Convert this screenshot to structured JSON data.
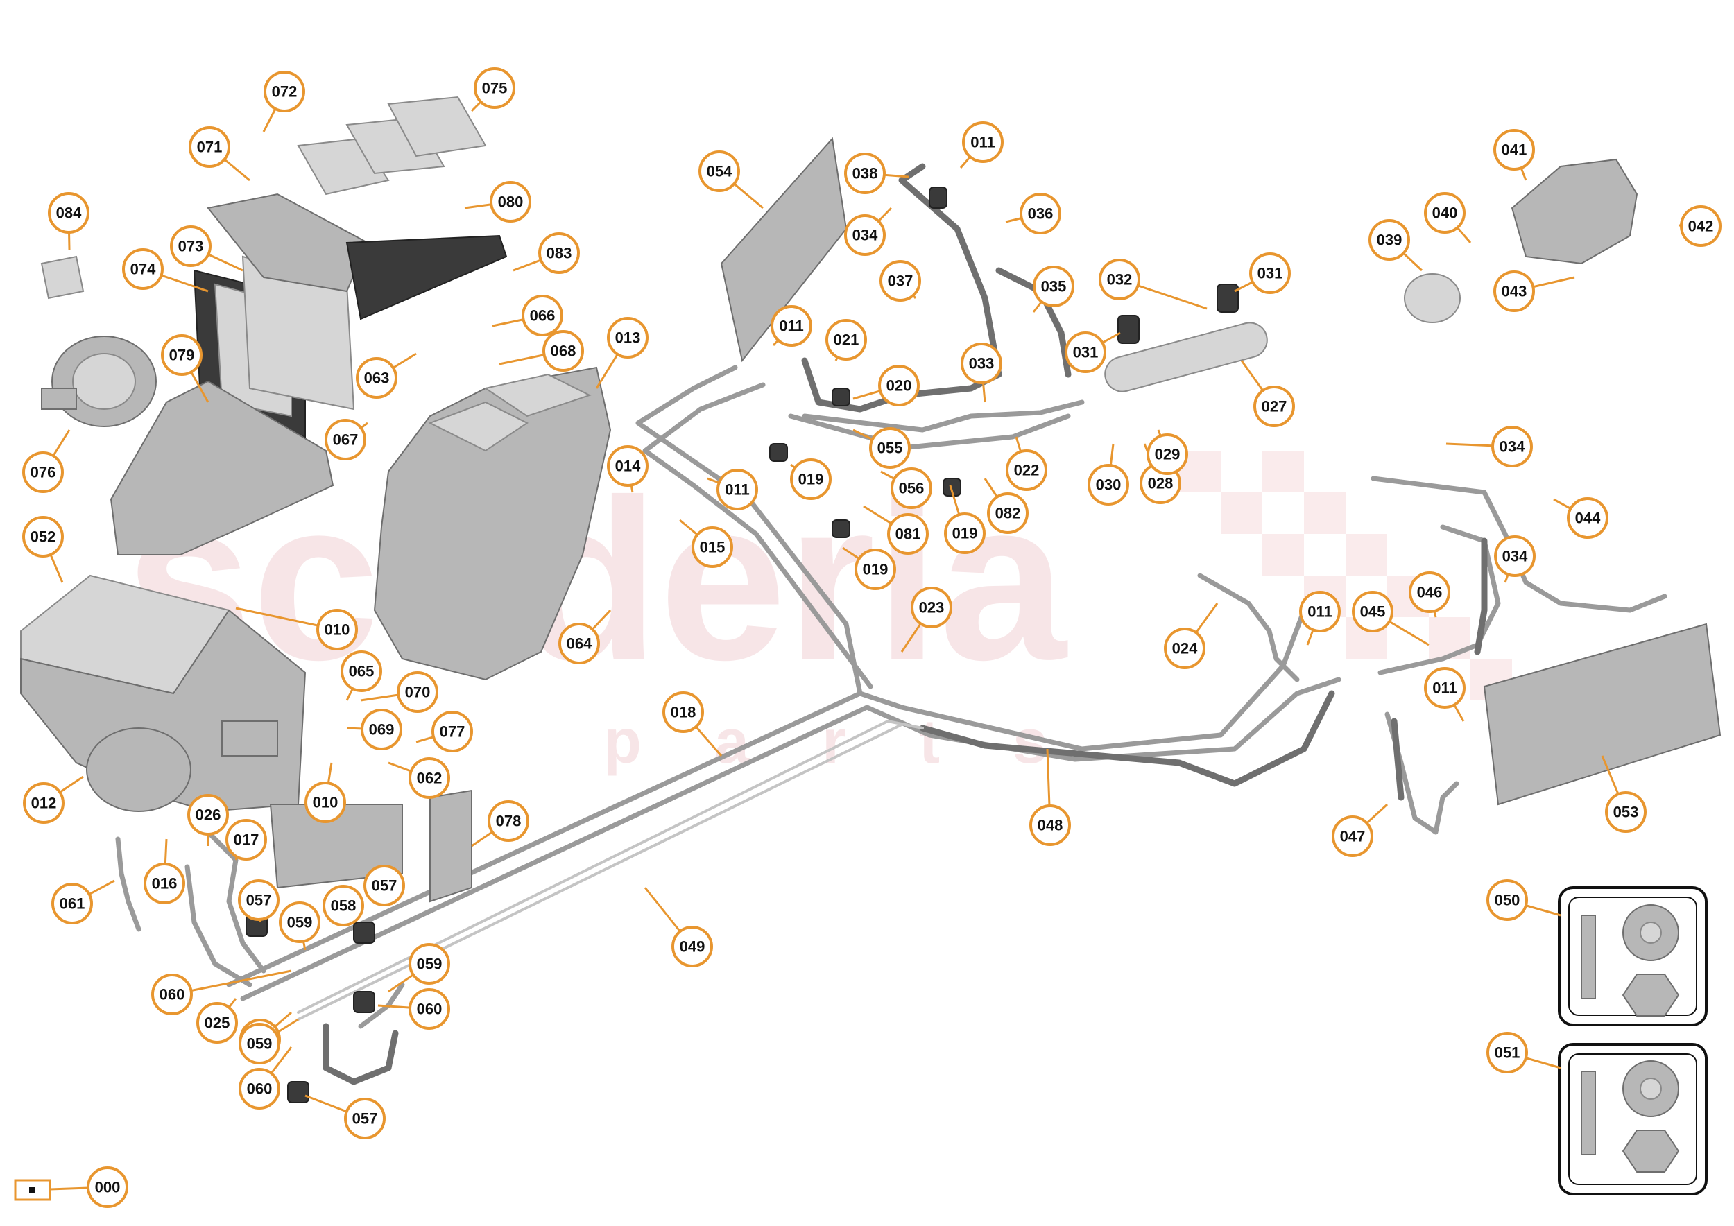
{
  "watermark": {
    "main": "scuderia",
    "sub": "p a r t s"
  },
  "colors": {
    "callout_stroke": "#e8962f",
    "background": "#ffffff",
    "watermark": "#e9b7bb"
  },
  "callouts": [
    {
      "label": "000"
    },
    {
      "label": "010"
    },
    {
      "label": "010"
    },
    {
      "label": "011"
    },
    {
      "label": "011"
    },
    {
      "label": "011"
    },
    {
      "label": "011"
    },
    {
      "label": "011"
    },
    {
      "label": "012"
    },
    {
      "label": "013"
    },
    {
      "label": "014"
    },
    {
      "label": "015"
    },
    {
      "label": "016"
    },
    {
      "label": "017"
    },
    {
      "label": "018"
    },
    {
      "label": "019"
    },
    {
      "label": "019"
    },
    {
      "label": "019"
    },
    {
      "label": "020"
    },
    {
      "label": "021"
    },
    {
      "label": "022"
    },
    {
      "label": "023"
    },
    {
      "label": "024"
    },
    {
      "label": "025"
    },
    {
      "label": "026"
    },
    {
      "label": "027"
    },
    {
      "label": "028"
    },
    {
      "label": "029"
    },
    {
      "label": "030"
    },
    {
      "label": "031"
    },
    {
      "label": "031"
    },
    {
      "label": "032"
    },
    {
      "label": "033"
    },
    {
      "label": "034"
    },
    {
      "label": "034"
    },
    {
      "label": "034"
    },
    {
      "label": "035"
    },
    {
      "label": "036"
    },
    {
      "label": "037"
    },
    {
      "label": "038"
    },
    {
      "label": "039"
    },
    {
      "label": "040"
    },
    {
      "label": "041"
    },
    {
      "label": "042"
    },
    {
      "label": "043"
    },
    {
      "label": "044"
    },
    {
      "label": "045"
    },
    {
      "label": "046"
    },
    {
      "label": "047"
    },
    {
      "label": "048"
    },
    {
      "label": "049"
    },
    {
      "label": "050"
    },
    {
      "label": "051"
    },
    {
      "label": "052"
    },
    {
      "label": "053"
    },
    {
      "label": "054"
    },
    {
      "label": "055"
    },
    {
      "label": "056"
    },
    {
      "label": "057"
    },
    {
      "label": "057"
    },
    {
      "label": "057"
    },
    {
      "label": "057"
    },
    {
      "label": "058"
    },
    {
      "label": "059"
    },
    {
      "label": "059"
    },
    {
      "label": "059"
    },
    {
      "label": "060"
    },
    {
      "label": "060"
    },
    {
      "label": "060"
    },
    {
      "label": "061"
    },
    {
      "label": "062"
    },
    {
      "label": "063"
    },
    {
      "label": "064"
    },
    {
      "label": "065"
    },
    {
      "label": "066"
    },
    {
      "label": "067"
    },
    {
      "label": "068"
    },
    {
      "label": "069"
    },
    {
      "label": "070"
    },
    {
      "label": "071"
    },
    {
      "label": "072"
    },
    {
      "label": "073"
    },
    {
      "label": "074"
    },
    {
      "label": "075"
    },
    {
      "label": "076"
    },
    {
      "label": "077"
    },
    {
      "label": "078"
    },
    {
      "label": "079"
    },
    {
      "label": "080"
    },
    {
      "label": "081"
    },
    {
      "label": "082"
    },
    {
      "label": "083"
    },
    {
      "label": "084"
    }
  ]
}
